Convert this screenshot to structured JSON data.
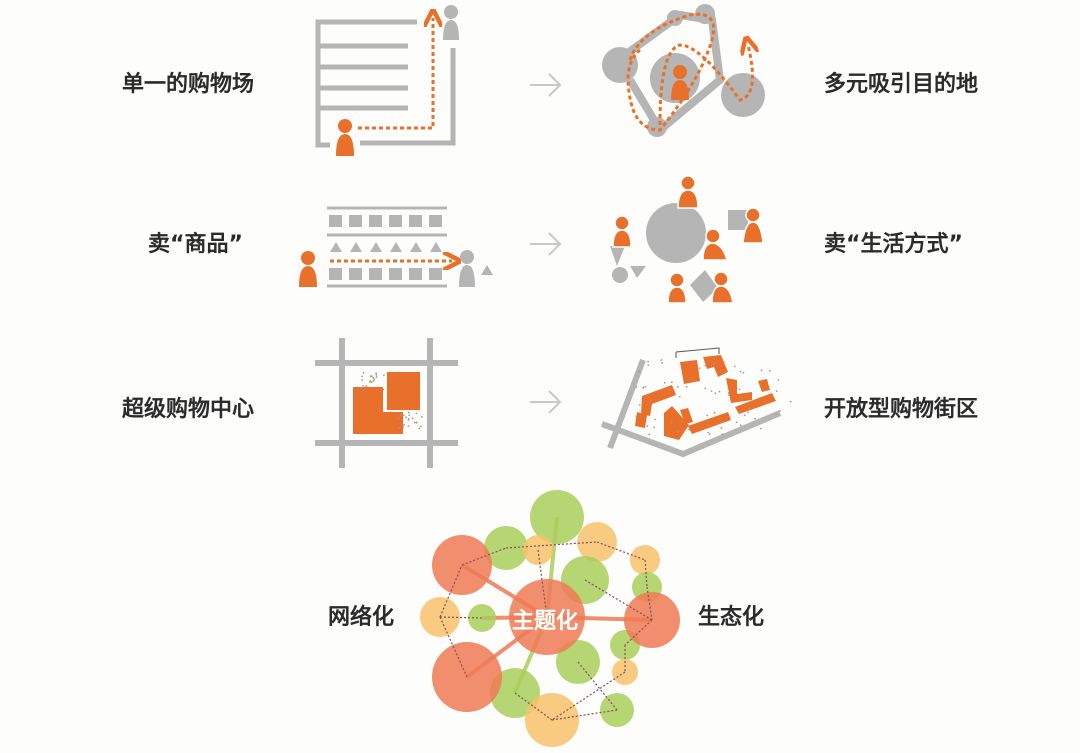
{
  "rows": [
    {
      "left": "单一的购物场",
      "right": "多元吸引目的地"
    },
    {
      "left": "卖“商品”",
      "right": "卖“生活方式”"
    },
    {
      "left": "超级购物中心",
      "right": "开放型购物街区"
    }
  ],
  "bottom": {
    "left": "网络化",
    "center": "主题化",
    "right": "生态化"
  },
  "colors": {
    "orange": "#e8702a",
    "gray": "#b5b5b5",
    "red": "#ee7a55",
    "green": "#a9cf5c",
    "yellow": "#f8c26a"
  }
}
